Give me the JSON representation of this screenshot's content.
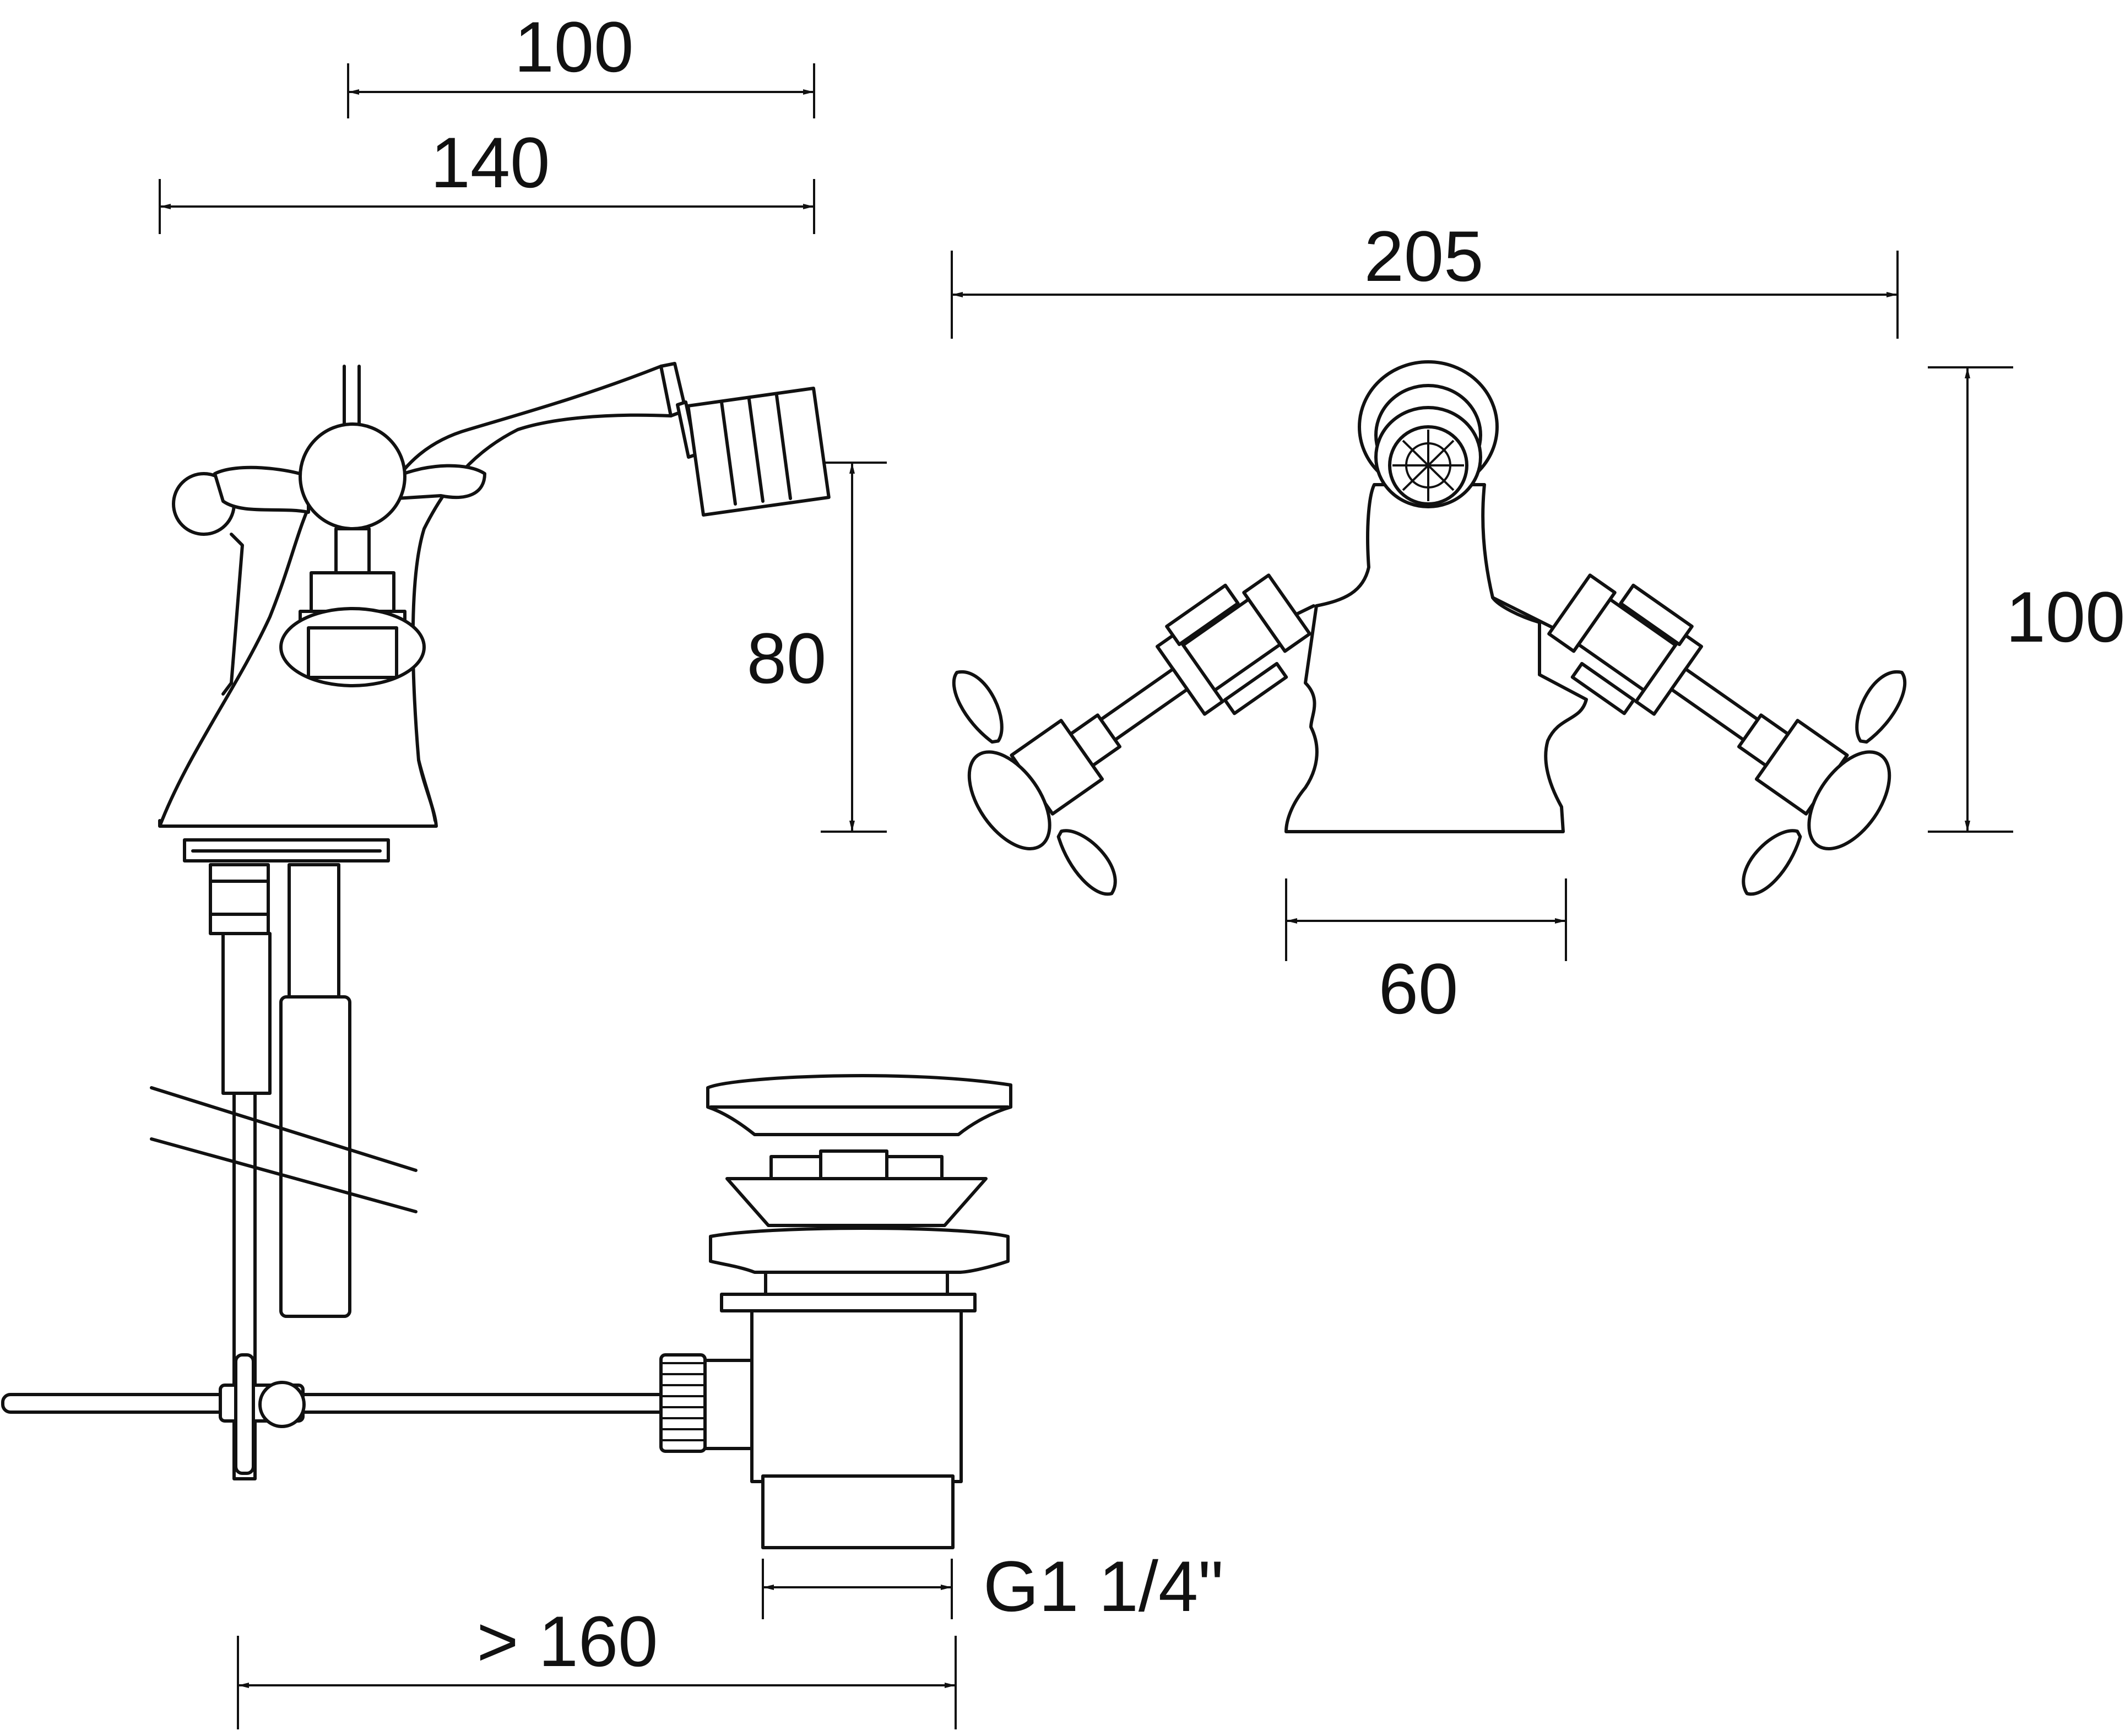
{
  "dimensions": {
    "top_width_100": "100",
    "top_width_140": "140",
    "front_width_205": "205",
    "height_80": "80",
    "height_100": "100",
    "base_width_60": "60",
    "waste_thread": "G1 1/4\"",
    "waste_reach": "> 160"
  },
  "colors": {
    "line": "#111111",
    "background": "#ffffff"
  },
  "icons": {
    "side_view": "bidet-mixer-side-view",
    "front_view": "bidet-mixer-front-view",
    "waste": "pop-up-waste"
  }
}
